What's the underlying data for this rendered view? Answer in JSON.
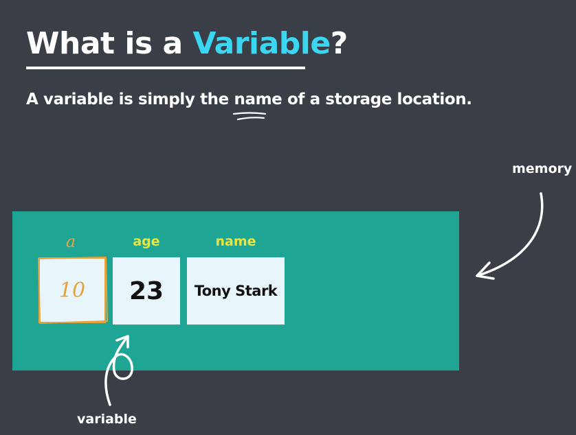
{
  "title": {
    "prefix": "What is a ",
    "highlight": "Variable",
    "suffix": "?"
  },
  "subtitle": {
    "before": "A variable is simply the ",
    "emphasis": "name",
    "after": " of a storage location."
  },
  "memory_label": "memory",
  "cells": [
    {
      "label": "a",
      "value": "10",
      "style": "handwritten"
    },
    {
      "label": "age",
      "value": "23",
      "style": "normal"
    },
    {
      "label": "name",
      "value": "Tony Stark",
      "style": "normal"
    }
  ],
  "variable_label": "variable",
  "colors": {
    "background": "#3a3f47",
    "memory_block": "#1fa593",
    "highlight": "#3ad6f2",
    "cell_label": "#ece43a",
    "handwriting": "#e8a23c",
    "cell_fill": "#e8f6fb"
  }
}
